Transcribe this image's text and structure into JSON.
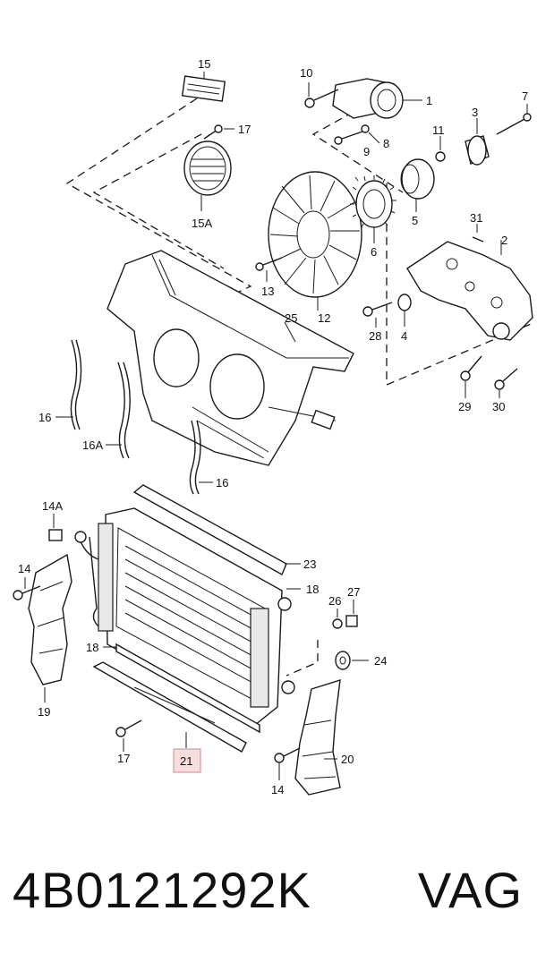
{
  "diagram": {
    "labels": {
      "l1": "1",
      "l2": "2",
      "l3": "3",
      "l4": "4",
      "l5": "5",
      "l6": "6",
      "l7": "7",
      "l8": "8",
      "l9": "9",
      "l10": "10",
      "l11": "11",
      "l12": "12",
      "l13": "13",
      "l14a": "14",
      "l14b": "14",
      "l14A": "14A",
      "l15": "15",
      "l15A": "15A",
      "l16a": "16",
      "l16b": "16",
      "l16A": "16A",
      "l17a": "17",
      "l17b": "17",
      "l18a": "18",
      "l18b": "18",
      "l19": "19",
      "l20": "20",
      "l21": "21",
      "l23": "23",
      "l24": "24",
      "l25": "25",
      "l26": "26",
      "l27": "27",
      "l28": "28",
      "l29": "29",
      "l30": "30",
      "l31": "31"
    },
    "highlighted_label": "21",
    "highlight_color": "#f7dede"
  },
  "footer": {
    "part_number": "4B0121292K",
    "brand": "VAG"
  }
}
